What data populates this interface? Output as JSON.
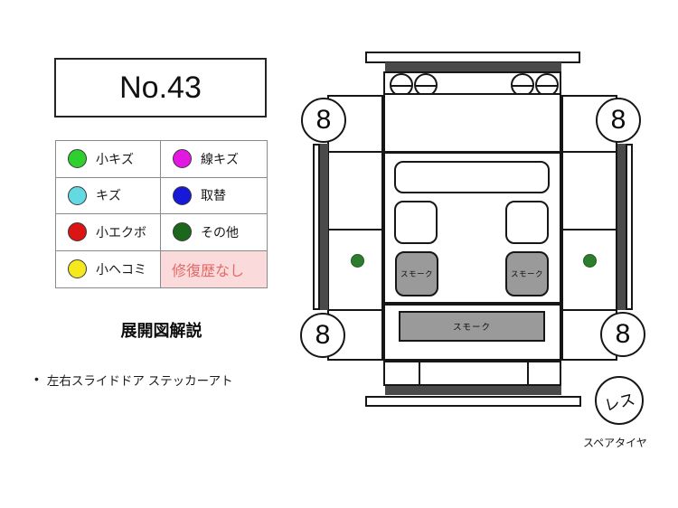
{
  "header": {
    "number_label": "No.43"
  },
  "legend": {
    "items": [
      {
        "label": "小キズ",
        "color": "#2ed02e"
      },
      {
        "label": "線キズ",
        "color": "#e318e3"
      },
      {
        "label": "キズ",
        "color": "#62d9e3"
      },
      {
        "label": "取替",
        "color": "#1818d9"
      },
      {
        "label": "小エクボ",
        "color": "#db1414"
      },
      {
        "label": "その他",
        "color": "#1d671d"
      },
      {
        "label": "小ヘコミ",
        "color": "#f5e91e"
      }
    ],
    "repair_history": {
      "label": "修復歴なし",
      "text_color": "#e36a6a",
      "bg_color": "#fadada"
    }
  },
  "notes": {
    "heading": "展開図解説",
    "items": [
      {
        "text": "左右スライドドア ステッカーアト"
      }
    ]
  },
  "diagram": {
    "wheels": {
      "front_left": "8",
      "front_right": "8",
      "rear_left": "8",
      "rear_right": "8"
    },
    "windows": {
      "left_slide_door": "スモーク",
      "right_slide_door": "スモーク",
      "rear_gate": "スモーク"
    },
    "spare_tire": {
      "badge": "レス",
      "caption": "スペアタイヤ"
    },
    "marks": {
      "left_slide_door": {
        "type": "その他",
        "color": "#2e7d2e"
      },
      "right_slide_door": {
        "type": "その他",
        "color": "#2e7d2e"
      }
    },
    "colors": {
      "trim_dark": "#4a4a4a",
      "smoke_fill": "#9a9a9a"
    }
  }
}
